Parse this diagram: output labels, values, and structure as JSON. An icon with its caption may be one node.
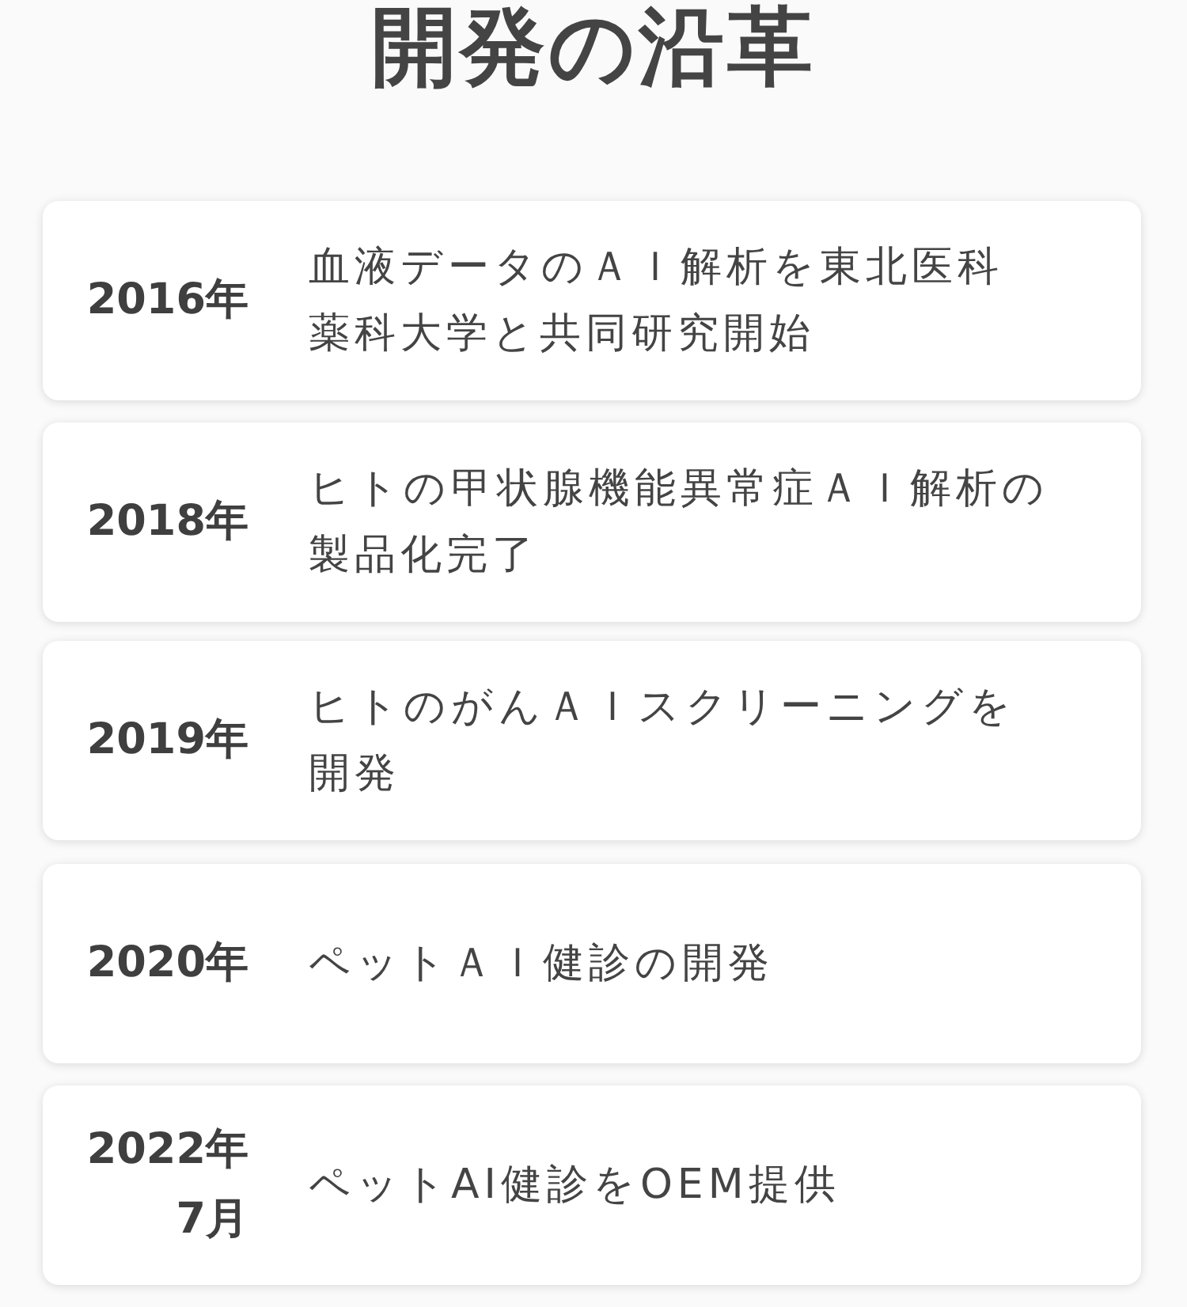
{
  "diagram": {
    "title": "開発の沿革",
    "nodes": [
      {
        "text": [
          "2016年",
          "血液データのＡＩ解析を東北医科薬科大学と共同研究開始"
        ]
      },
      {
        "text": [
          "2018年",
          "ヒトの甲状腺機能異常症ＡＩ解析の製品化完了"
        ]
      },
      {
        "text": [
          "2019年",
          "ヒトのがんＡＩスクリーニングを開発"
        ]
      },
      {
        "text": [
          "2020年",
          "ペットＡＩ健診の開発"
        ]
      },
      {
        "text": [
          "2022年7月",
          "ペットAI健診をOEM提供"
        ]
      }
    ]
  }
}
